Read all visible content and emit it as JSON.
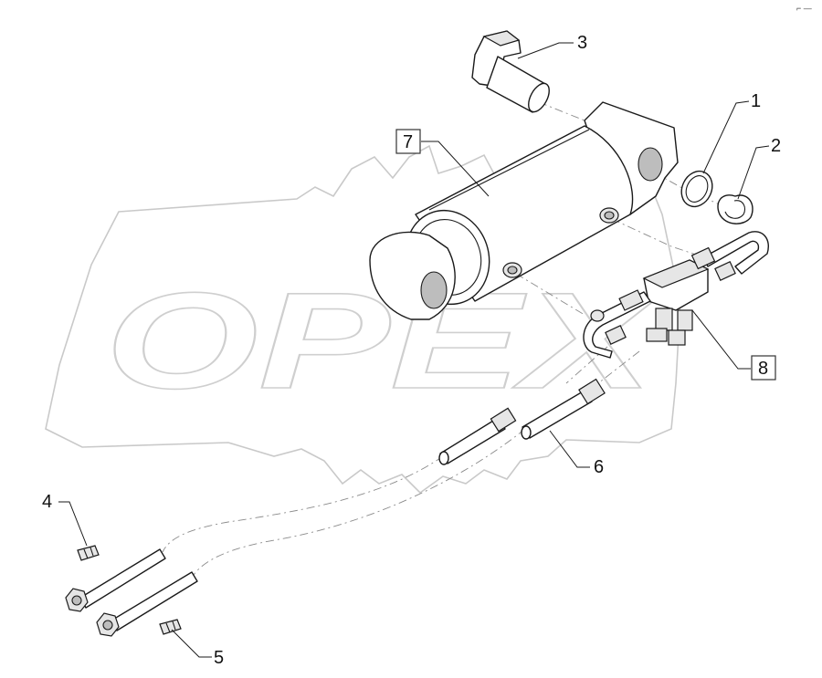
{
  "watermark": {
    "text": "OPEX",
    "color": "#cfcfcf"
  },
  "callouts": [
    {
      "id": "1",
      "label": "1",
      "boxed": false
    },
    {
      "id": "2",
      "label": "2",
      "boxed": false
    },
    {
      "id": "3",
      "label": "3",
      "boxed": false
    },
    {
      "id": "4",
      "label": "4",
      "boxed": false
    },
    {
      "id": "5",
      "label": "5",
      "boxed": false
    },
    {
      "id": "6",
      "label": "6",
      "boxed": false
    },
    {
      "id": "7",
      "label": "7",
      "boxed": true
    },
    {
      "id": "8",
      "label": "8",
      "boxed": true
    }
  ],
  "corner_mark": "⌐ —",
  "colors": {
    "line": "#1a1a1a",
    "axis": "#8a8a8a",
    "watermark": "#c9c9c9"
  }
}
